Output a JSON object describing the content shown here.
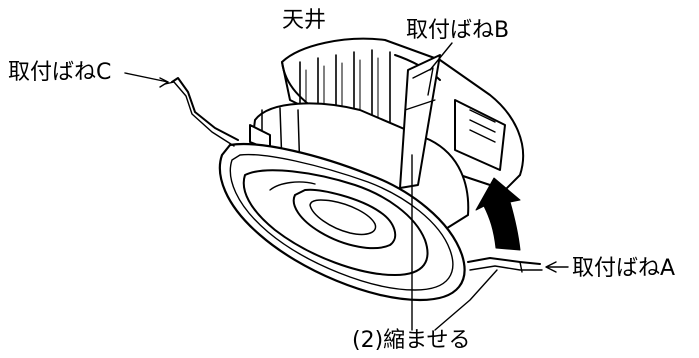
{
  "labels": {
    "ceiling": "天井",
    "spring_a": "取付ばねA",
    "spring_b": "取付ばねB",
    "spring_c": "取付ばねC",
    "step": "(2)縮ませる"
  },
  "colors": {
    "line": "#000000",
    "body_fill": "#ffffff",
    "arrow_fill": "#000000"
  }
}
